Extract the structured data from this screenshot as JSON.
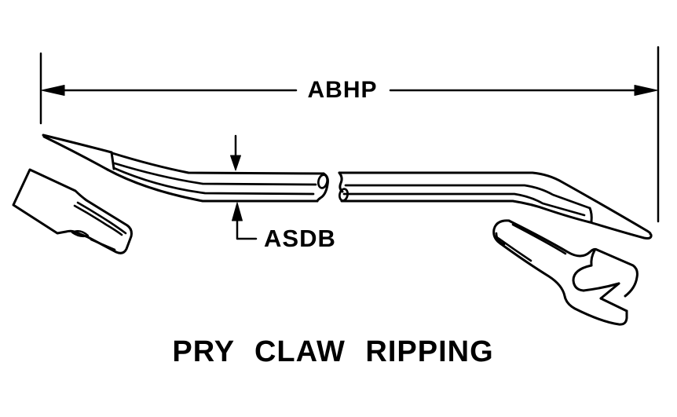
{
  "diagram": {
    "caption": "PRY CLAW RIPPING",
    "dimension_labels": {
      "length": "ABHP",
      "thickness": "ASDB"
    },
    "colors": {
      "line": "#000000",
      "background": "#ffffff"
    }
  }
}
